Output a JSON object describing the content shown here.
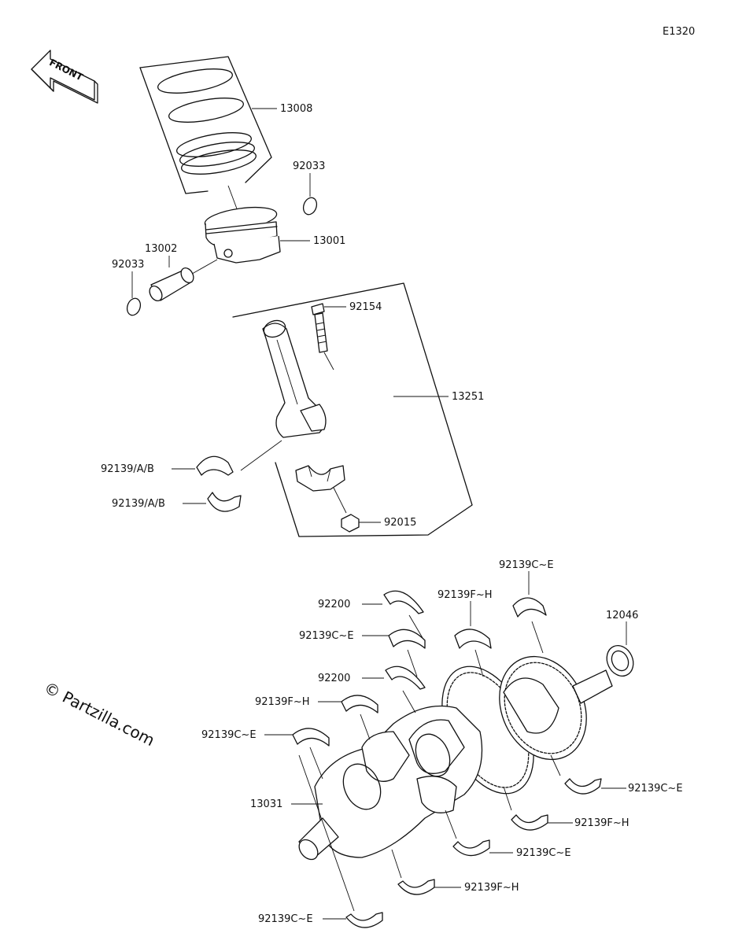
{
  "diagram_code": "E1320",
  "front_label": "FRONT",
  "watermark": "© Partzilla.com",
  "parts": {
    "p13008": "13008",
    "p92033_right": "92033",
    "p13001": "13001",
    "p13002": "13002",
    "p92033_left": "92033",
    "p92154": "92154",
    "p13251": "13251",
    "p92139_ab_top": "92139/A/B",
    "p92139_ab_bottom": "92139/A/B",
    "p92015": "92015",
    "p92139_ce_top_right": "92139C~E",
    "p92200_top": "92200",
    "p92139_fh_top": "92139F~H",
    "p12046": "12046",
    "p92139_ce_upper_mid": "92139C~E",
    "p92200_mid": "92200",
    "p92139_fh_mid": "92139F~H",
    "p92139_ce_left": "92139C~E",
    "p13031": "13031",
    "p92139_ce_right": "92139C~E",
    "p92139_fh_right": "92139F~H",
    "p92139_ce_lower": "92139C~E",
    "p92139_fh_bottom": "92139F~H",
    "p92139_ce_bottom": "92139C~E"
  }
}
